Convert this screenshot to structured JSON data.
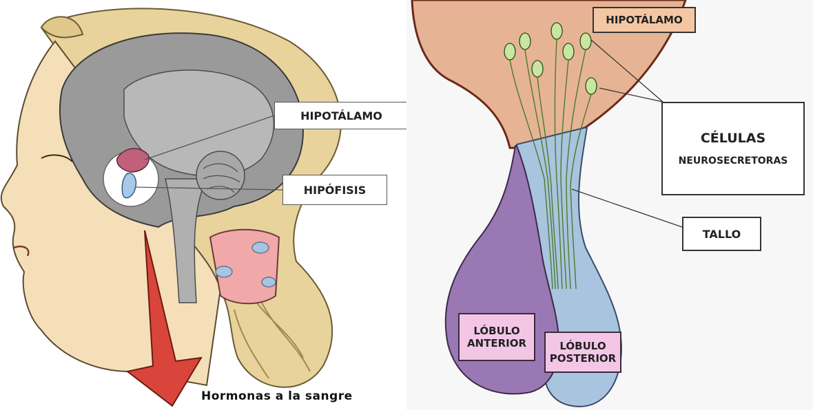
{
  "left_panel": {
    "label_hypothalamus": "HIPOTÁLAMO",
    "label_pituitary": "HIPÓFISIS",
    "caption": "Hormonas a la sangre"
  },
  "right_panel": {
    "label_hypothalamus": "HIPOTÁLAMO",
    "label_cells_title": "CÉLULAS",
    "label_cells_sub": "NEUROSECRETORAS",
    "label_stalk": "TALLO",
    "label_anterior_lobe": "LÓBULO ANTERIOR",
    "label_posterior_lobe": "LÓBULO POSTERIOR"
  },
  "colors": {
    "skin": "#f5dfb8",
    "brain": "#9a9a9a",
    "hypothalamus": "#c0607a",
    "arrow": "#d9453a",
    "hair": "#e8d39c",
    "anterior_lobe": "#9a78b4",
    "posterior_lobe": "#a8c4de",
    "hypothalamus_tissue": "#e6b494",
    "neuron": "#c8e6a0"
  }
}
